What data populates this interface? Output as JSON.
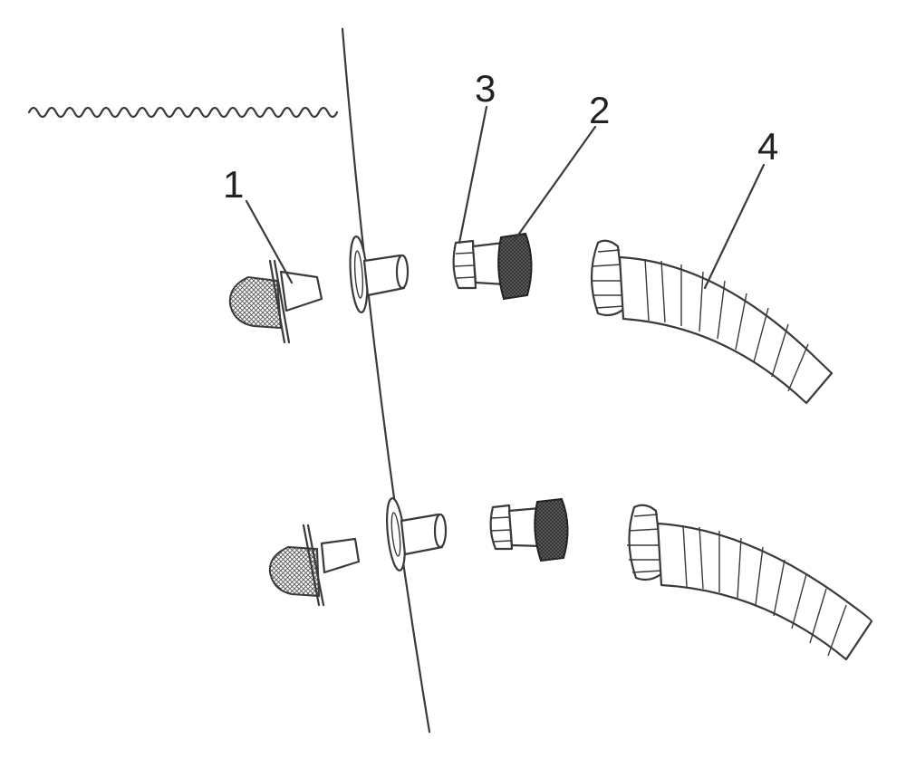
{
  "labels": {
    "one": "1",
    "two": "2",
    "three": "3",
    "four": "4"
  },
  "colors": {
    "stroke": "#3a3a3a",
    "nut": "#2b2b2b",
    "background": "#ffffff"
  }
}
